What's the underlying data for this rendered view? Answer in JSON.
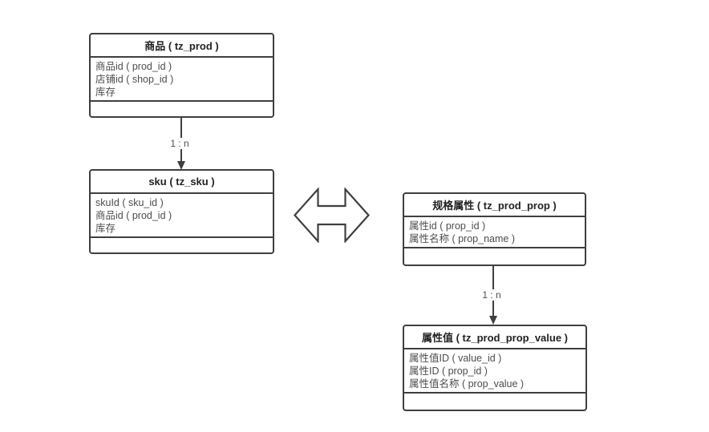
{
  "diagram": {
    "background": "#ffffff",
    "stroke_color": "#3f3f3f",
    "title_text_color": "#222222",
    "field_text_color": "#4d4d4d"
  },
  "tables": [
    {
      "title": "商品 ( tz_prod )",
      "fields": [
        "商品id ( prod_id )",
        "店铺id ( shop_id )",
        "库存"
      ]
    },
    {
      "title": "sku ( tz_sku )",
      "fields": [
        "skuId ( sku_id )",
        "商品id ( prod_id )",
        "库存"
      ]
    },
    {
      "title": "规格属性 ( tz_prod_prop )",
      "fields": [
        "属性id ( prop_id )",
        "属性名称 ( prop_name )"
      ]
    },
    {
      "title": "属性值 ( tz_prod_prop_value )",
      "fields": [
        "属性值ID ( value_id )",
        "属性ID ( prop_id )",
        "属性值名称 ( prop_value )"
      ]
    }
  ],
  "connectors": [
    {
      "from": "商品 ( tz_prod )",
      "to": "sku ( tz_sku )",
      "label": "1 : n"
    },
    {
      "from": "规格属性 ( tz_prod_prop )",
      "to": "属性值 ( tz_prod_prop_value )",
      "label": "1 : n"
    }
  ],
  "double_arrow": {
    "type": "bidirectional-horizontal-arrow",
    "between": [
      "sku ( tz_sku )",
      "规格属性 ( tz_prod_prop )"
    ]
  }
}
